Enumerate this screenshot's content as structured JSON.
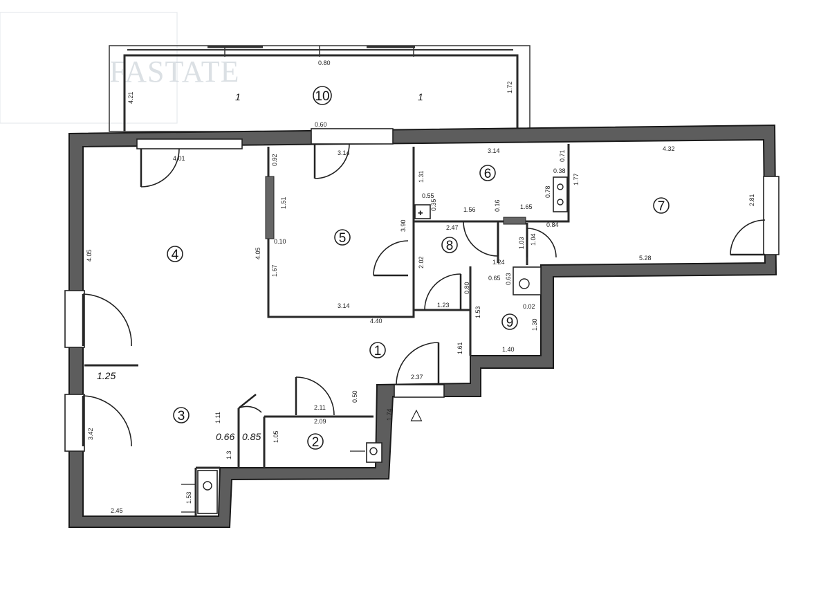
{
  "watermark": "FASTATE",
  "entrance_marker": "△",
  "rooms": [
    {
      "num": "1"
    },
    {
      "num": "2"
    },
    {
      "num": "3"
    },
    {
      "num": "4"
    },
    {
      "num": "5"
    },
    {
      "num": "6"
    },
    {
      "num": "7"
    },
    {
      "num": "8"
    },
    {
      "num": "9"
    },
    {
      "num": "10"
    }
  ],
  "dimensions": {
    "d_4_01": "4.01",
    "d_3_14_a": "3.14",
    "d_3_14_b": "3.14",
    "d_3_14_c": "3.14",
    "d_4_32": "4.32",
    "d_0_92": "0.92",
    "d_1_51": "1.51",
    "d_0_10": "0.10",
    "d_1_67": "1.67",
    "d_4_05_a": "4.05",
    "d_4_05_b": "4.05",
    "d_3_90": "3.90",
    "d_2_02": "2.02",
    "d_2_47": "2.47",
    "d_1_31": "1.31",
    "d_0_55": "0.55",
    "d_0_35": "0.35",
    "d_1_56": "1.56",
    "d_0_16": "0.16",
    "d_1_65": "1.65",
    "d_0_71": "0.71",
    "d_0_38": "0.38",
    "d_1_77": "1.77",
    "d_0_78": "0.78",
    "d_0_84": "0.84",
    "d_1_03": "1.03",
    "d_1_04": "1.04",
    "d_1_24": "1.24",
    "d_5_28": "5.28",
    "d_2_81": "2.81",
    "d_0_65": "0.65",
    "d_0_63": "0.63",
    "d_0_02": "0.02",
    "d_1_23": "1.23",
    "d_0_80": "0.80",
    "d_1_53": "1.53",
    "d_1_30": "1.30",
    "d_1_40": "1.40",
    "d_4_40": "4.40",
    "d_1_61": "1.61",
    "d_2_37": "2.37",
    "d_0_50": "0.50",
    "d_1_25": "1.25",
    "d_2_11": "2.11",
    "d_2_09": "2.09",
    "d_3_42": "3.42",
    "d_1_11": "1.11",
    "d_0_66": "0.66",
    "d_0_85": "0.85",
    "d_1_05": "1.05",
    "d_1_3": "1.3",
    "d_1_74": "1.74",
    "d_1_53b": "1.53",
    "d_2_45": "2.45",
    "d_0_60": "0.60",
    "d_0_80b": "0.80",
    "d_1_72": "1.72",
    "d_4_21": "4.21",
    "d_1_big": "1",
    "d_1_big_b": "1"
  }
}
